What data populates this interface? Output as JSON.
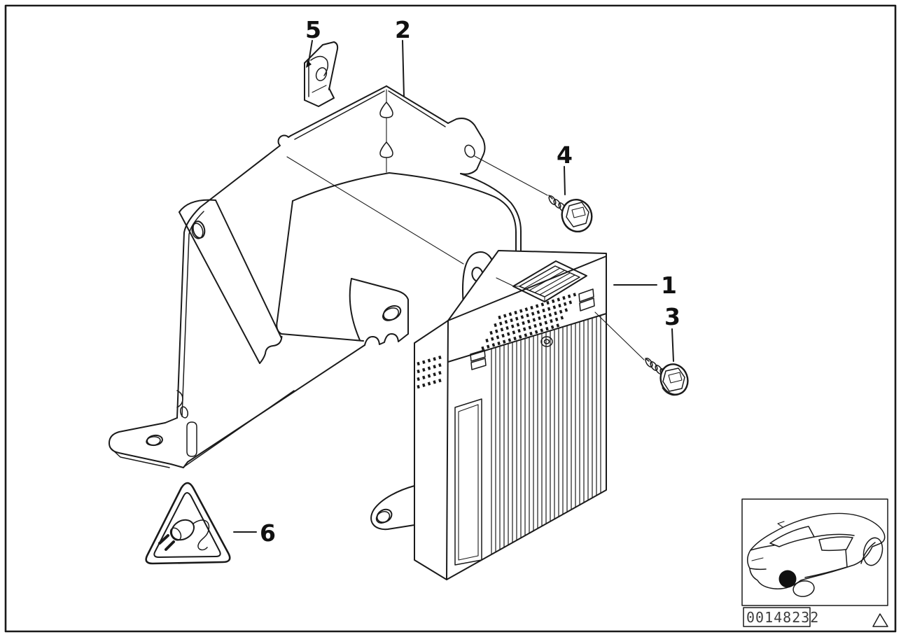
{
  "page": {
    "background": "#ffffff",
    "ink_color": "#1a1a1a"
  },
  "callouts": {
    "amplifier": "1",
    "bracket": "2",
    "screw_amplifier": "3",
    "screw_bracket": "4",
    "clip": "5",
    "warning_label": "6"
  },
  "inset": {
    "image_number": "00148232"
  }
}
